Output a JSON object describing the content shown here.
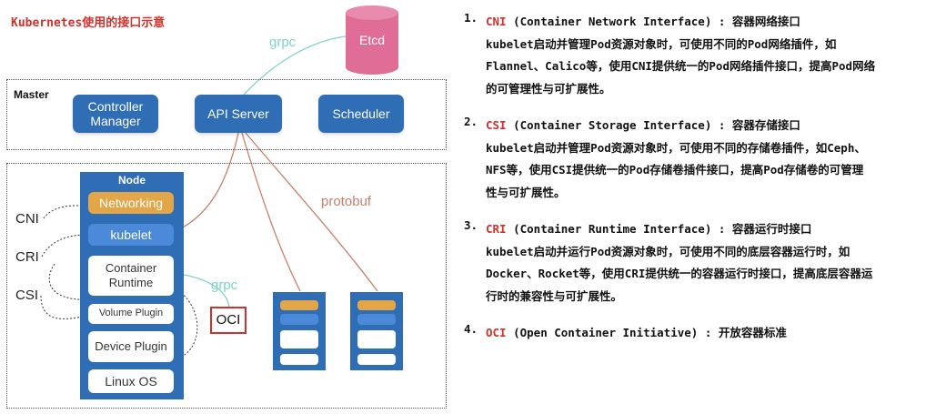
{
  "title": "Kubernetes使用的接口示意",
  "diagram": {
    "etcd": "Etcd",
    "grpc_top": "grpc",
    "master_label": "Master",
    "controller_manager": "Controller\nManager",
    "api_server": "API Server",
    "scheduler": "Scheduler",
    "node_label": "Node",
    "networking": "Networking",
    "kubelet": "kubelet",
    "container_runtime": "Container\nRuntime",
    "volume_plugin": "Volume Plugin",
    "device_plugin": "Device Plugin",
    "linux_os": "Linux OS",
    "cni": "CNI",
    "cri": "CRI",
    "csi": "CSI",
    "grpc_node": "grpc",
    "oci": "OCI",
    "protobuf": "protobuf",
    "colors": {
      "blue": "#2f6eb4",
      "orange": "#e2a547",
      "pink": "#df6d95",
      "red": "#d0312d",
      "teal": "#7fd2c8",
      "brown": "#c8806a"
    }
  },
  "items": [
    {
      "num": "1.",
      "acronym": "CNI",
      "heading": " (Container Network Interface) : 容器网络接口",
      "lines": [
        "kubelet启动并管理Pod资源对象时，可使用不同的Pod网络插件，如",
        "Flannel、Calico等，使用CNI提供统一的Pod网络插件接口，提高Pod网络",
        "的可管理性与可扩展性。"
      ]
    },
    {
      "num": "2.",
      "acronym": "CSI",
      "heading": " (Container Storage Interface) : 容器存储接口",
      "lines": [
        "kubelet启动并管理Pod资源对象时，可使用不同的存储卷插件，如Ceph、",
        "NFS等，使用CSI提供统一的Pod存储卷插件接口，提高Pod存储卷的可管理",
        "性与可扩展性。"
      ]
    },
    {
      "num": "3.",
      "acronym": "CRI",
      "heading": " (Container Runtime Interface) : 容器运行时接口",
      "lines": [
        "kubelet启动并运行Pod资源对象时，可使用不同的底层容器运行时，如",
        "Docker、Rocket等，使用CRI提供统一的容器运行时接口，提高底层容器运",
        "行时的兼容性与可扩展性。"
      ]
    },
    {
      "num": "4.",
      "acronym": "OCI",
      "heading": " (Open Container Initiative) : 开放容器标准",
      "lines": []
    }
  ]
}
